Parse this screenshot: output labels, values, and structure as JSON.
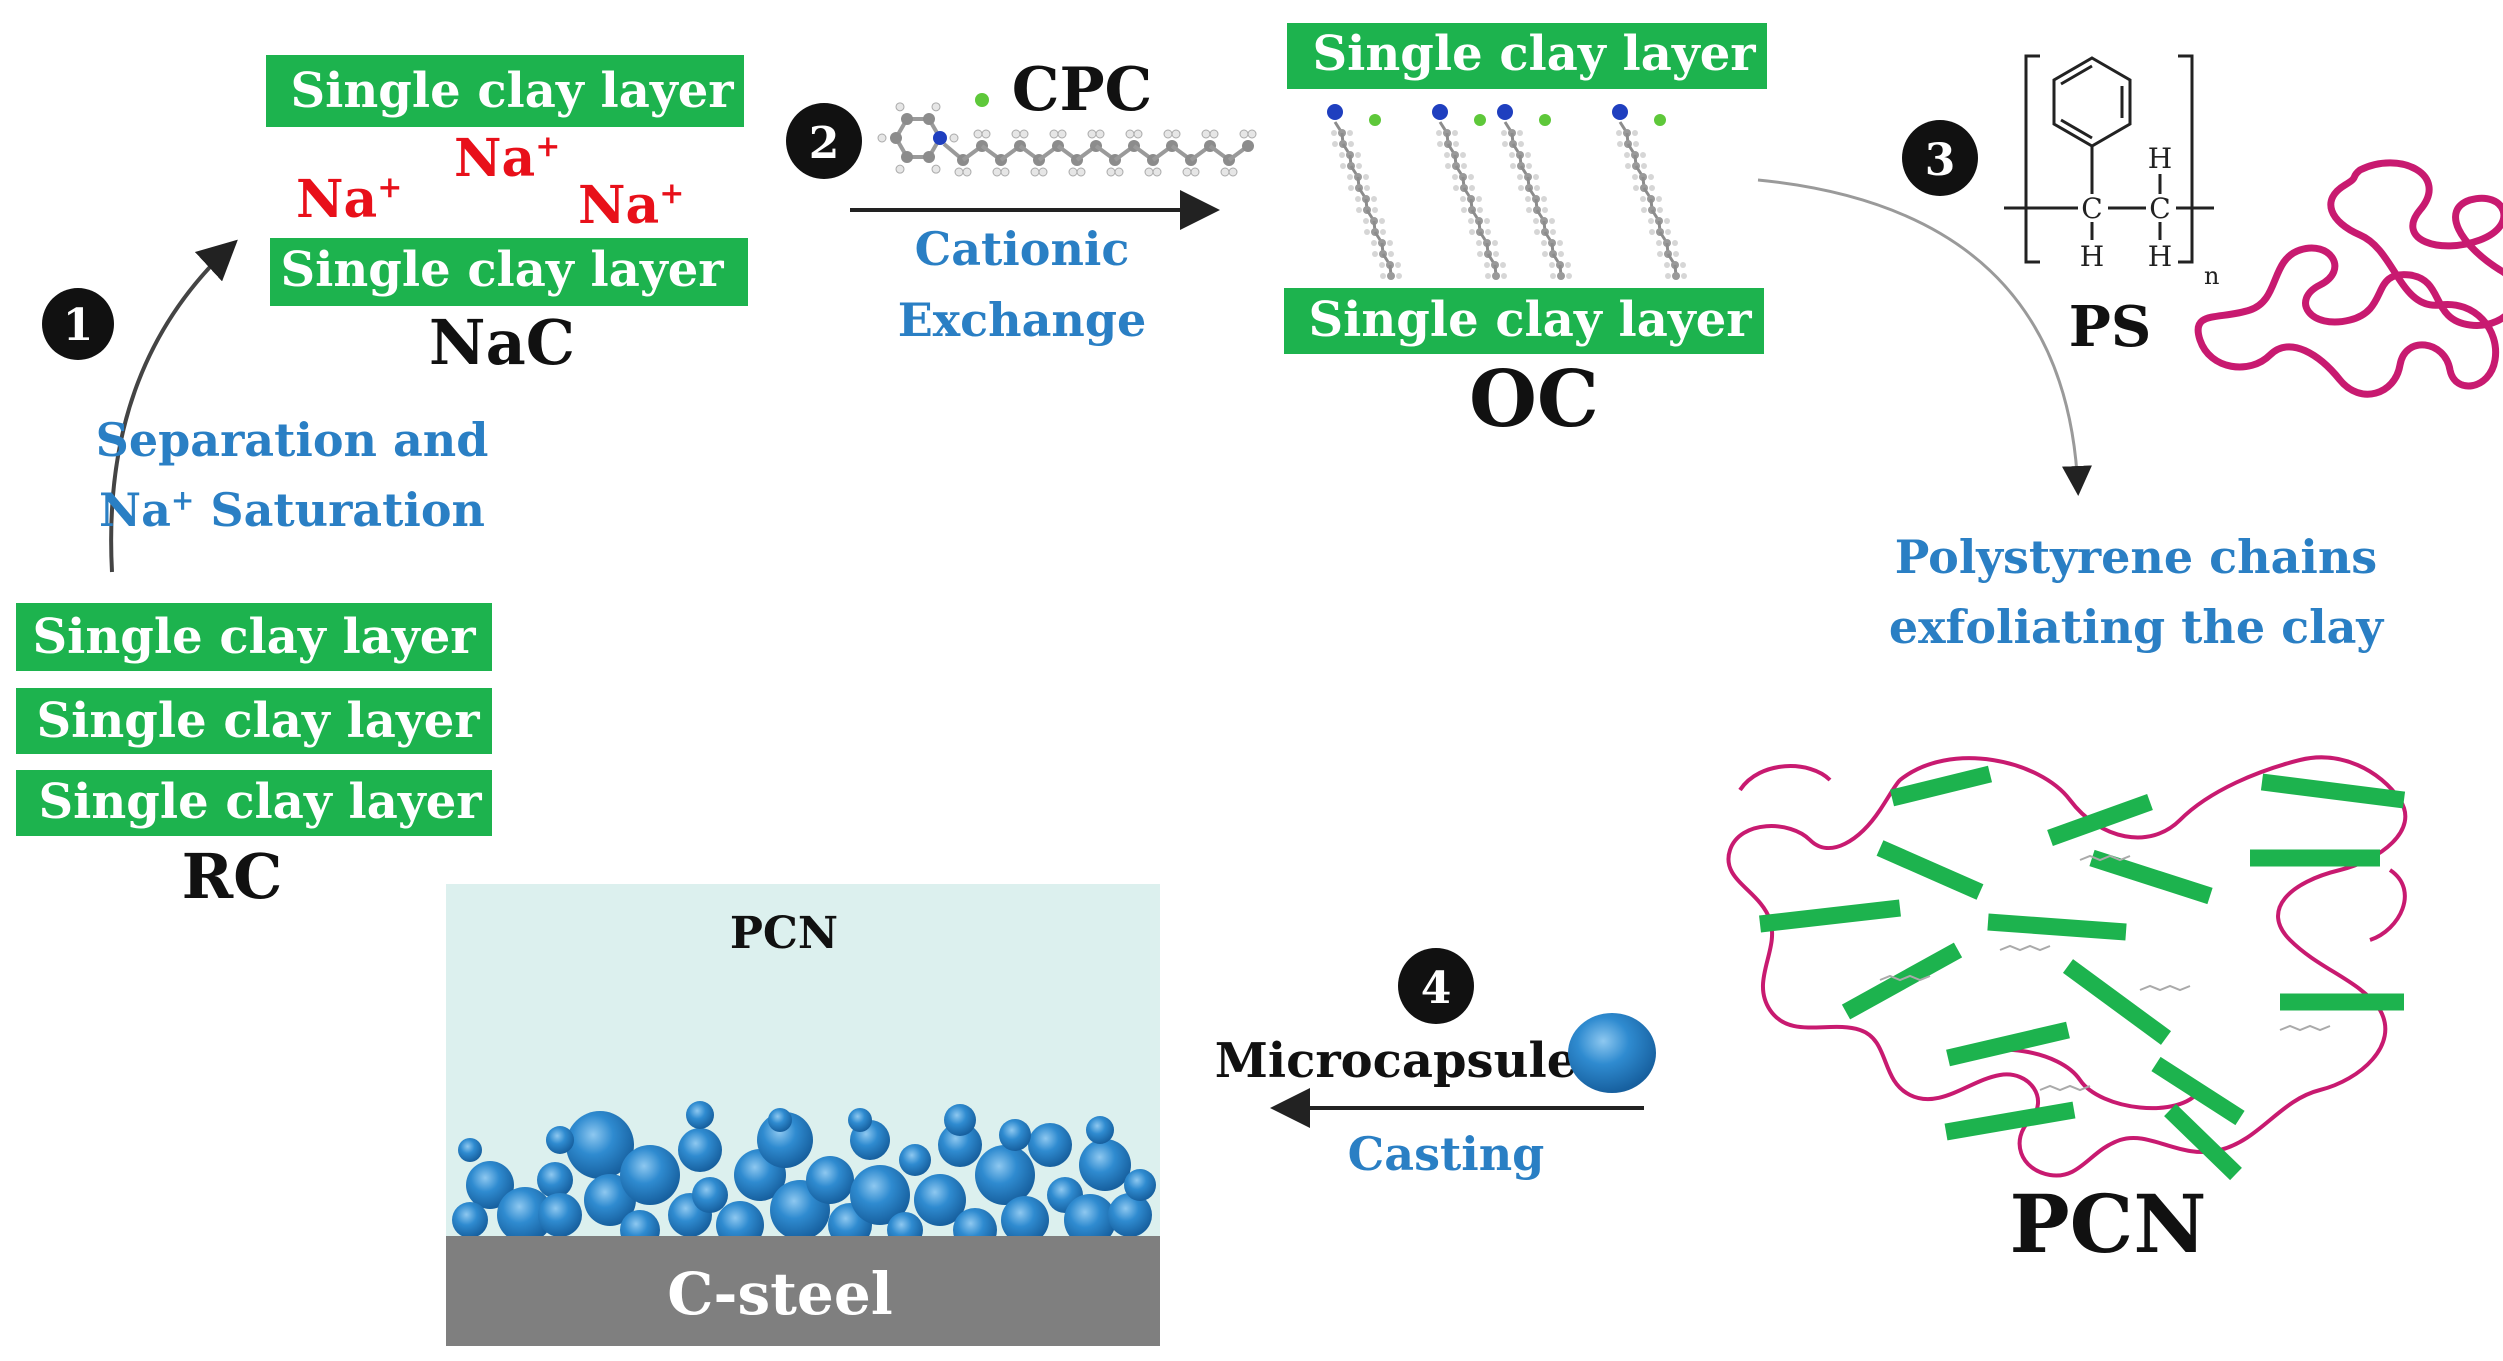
{
  "layer_label": "Single clay layer",
  "colors": {
    "clay": "#1db34e",
    "chain": "#c81a70",
    "caption": "#2a7fc4",
    "ion": "#e8101a",
    "steel": "#7f7f7f",
    "coating": "#dcf0ee",
    "bead": "#2a7fc4"
  },
  "steps": {
    "s1": {
      "number": "1",
      "line1": "Separation and",
      "line2_prefix": "Na",
      "line2_sup": "+",
      "line2_suffix": " Saturation"
    },
    "s2": {
      "number": "2",
      "reagent": "CPC",
      "line1": "Cationic",
      "line2": "Exchange"
    },
    "s3": {
      "number": "3",
      "line1": "Polystyrene chains",
      "line2": "exfoliating the clay"
    },
    "s4": {
      "number": "4",
      "line1": "Microcapsule",
      "line2": "Casting"
    }
  },
  "ion": {
    "base": "Na",
    "sup": "+"
  },
  "labels": {
    "rc": "RC",
    "nac": "NaC",
    "oc": "OC",
    "ps": "PS",
    "pcn": "PCN",
    "coating_pcn": "PCN",
    "steel": "C-steel"
  },
  "ps_formula": {
    "h": "H",
    "c": "C",
    "n": "n"
  }
}
